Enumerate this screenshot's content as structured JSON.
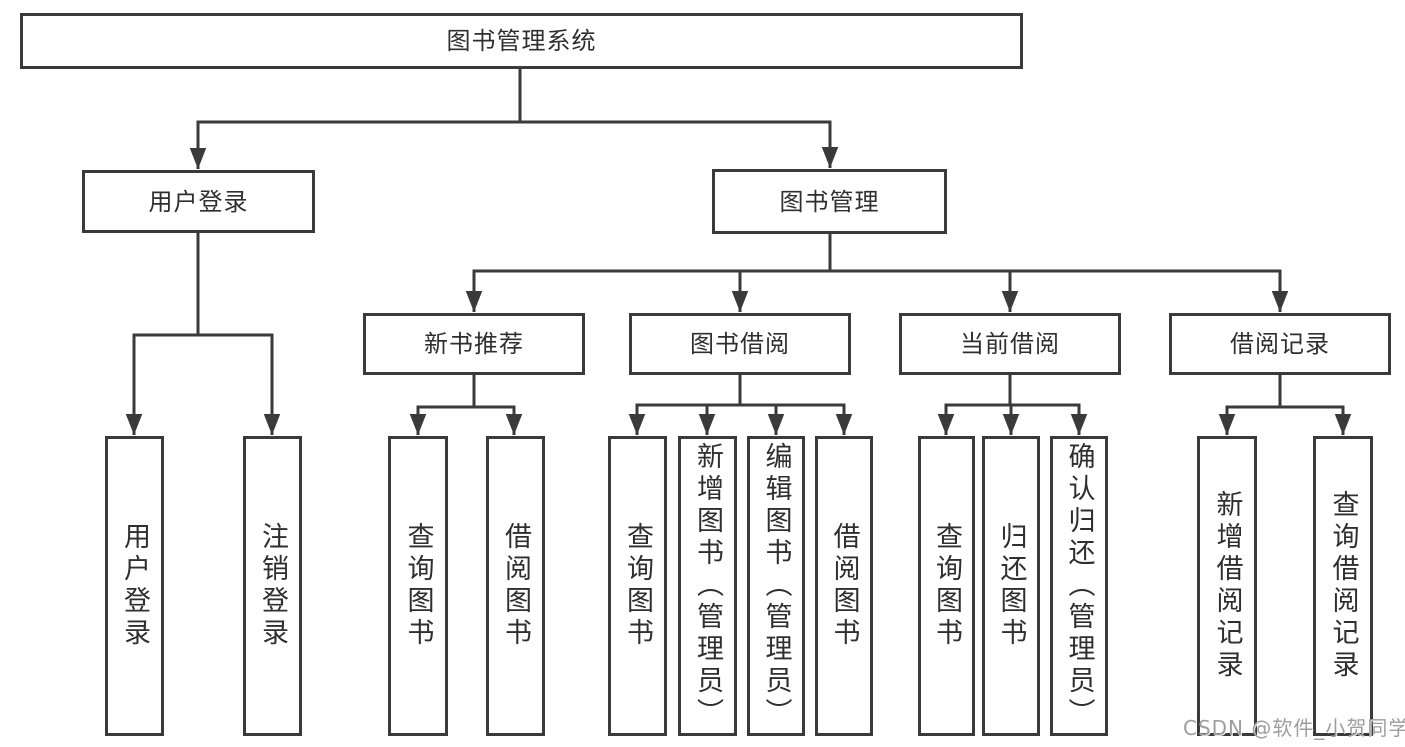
{
  "diagram": {
    "root": {
      "label": "图书管理系统"
    },
    "branches": [
      {
        "label": "用户登录",
        "children": [
          {
            "label": "用户登录"
          },
          {
            "label": "注销登录"
          }
        ]
      },
      {
        "label": "图书管理",
        "children": [
          {
            "label": "新书推荐",
            "children": [
              {
                "label": "查询图书"
              },
              {
                "label": "借阅图书"
              }
            ]
          },
          {
            "label": "图书借阅",
            "children": [
              {
                "label": "查询图书"
              },
              {
                "label": "新增图书（管理员）"
              },
              {
                "label": "编辑图书（管理员）"
              },
              {
                "label": "借阅图书"
              }
            ]
          },
          {
            "label": "当前借阅",
            "children": [
              {
                "label": "查询图书"
              },
              {
                "label": "归还图书"
              },
              {
                "label": "确认归还（管理员）"
              }
            ]
          },
          {
            "label": "借阅记录",
            "children": [
              {
                "label": "新增借阅记录"
              },
              {
                "label": "查询借阅记录"
              }
            ]
          }
        ]
      }
    ],
    "watermark": "CSDN @软件_小贺同学",
    "colors": {
      "line": "#3a3a3a",
      "text": "#2f2f2f",
      "watermark": "#9e9e9e",
      "background": "#ffffff"
    }
  }
}
